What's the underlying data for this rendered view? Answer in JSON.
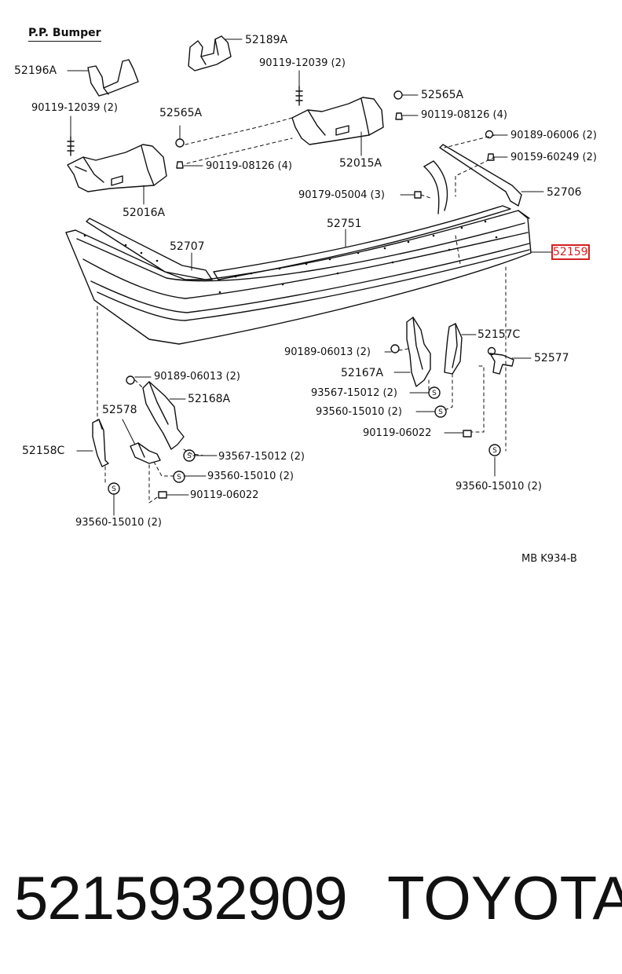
{
  "diagram": {
    "title": "P.P. Bumper",
    "reference_code": "MB K934-B",
    "highlight_color": "#d22222",
    "highlighted_part": "52159",
    "labels": {
      "p52189A": "52189A",
      "p52196A": "52196A",
      "p90119_12039_top": "90119-12039 (2)",
      "p90119_12039_left": "90119-12039 (2)",
      "p52565A_top": "52565A",
      "p52565A_left": "52565A",
      "p90119_08126_top": "90119-08126 (4)",
      "p90119_08126_left": "90119-08126 (4)",
      "p52015A": "52015A",
      "p52016A": "52016A",
      "p90189_06006": "90189-06006 (2)",
      "p90159_60249": "90159-60249 (2)",
      "p52706": "52706",
      "p90179_05004": "90179-05004 (3)",
      "p52751": "52751",
      "p52707": "52707",
      "p52159": "52159",
      "p52157C": "52157C",
      "p90189_06013_right": "90189-06013 (2)",
      "p52577": "52577",
      "p52167A": "52167A",
      "p93567_15012_right": "93567-15012 (2)",
      "p93560_15010_right": "93560-15010 (2)",
      "p90119_06022_right": "90119-06022",
      "p93560_15010_farright": "93560-15010 (2)",
      "p90189_06013_left": "90189-06013 (2)",
      "p52168A": "52168A",
      "p52578": "52578",
      "p52158C": "52158C",
      "p93567_15012_left": "93567-15012 (2)",
      "p93560_15010_left": "93560-15010 (2)",
      "p90119_06022_left": "90119-06022",
      "p93560_15010_bottom": "93560-15010 (2)"
    },
    "clip_symbol": "S"
  },
  "footer": {
    "part_number": "5215932909",
    "brand": "TOYOTA"
  }
}
